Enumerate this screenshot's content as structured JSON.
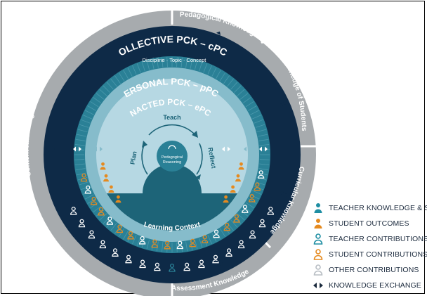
{
  "outer_ring": {
    "pedagogical_knowledge": "Pedagogical Knowledge",
    "knowledge_of_students": "Knowledge of Students",
    "curricular_knowledge": "Curricular Knowledge",
    "assessment_knowledge": "Assessment Knowledge",
    "content_knowledge": "Content Knowledge"
  },
  "collective": {
    "title": "COLLECTIVE PCK – cPCK",
    "subtitle": "Discipline · Topic · Concept"
  },
  "personal": {
    "title": "PERSONAL PCK – pPCK"
  },
  "enacted": {
    "title": "ENACTED PCK – ePCK",
    "teach": "Teach",
    "plan": "Plan",
    "reflect": "Reflect",
    "center_line1": "Pedagogical",
    "center_line2": "Reasoning"
  },
  "learning_context": "Learning Context",
  "legend": {
    "items": [
      {
        "label": "TEACHER KNOWLEDGE & SKILLS",
        "icon": "person-solid",
        "color": "#1e8ea3"
      },
      {
        "label": "STUDENT OUTCOMES",
        "icon": "person-solid",
        "color": "#e58a1f"
      },
      {
        "label": "TEACHER CONTRIBUTIONS",
        "icon": "person-outline",
        "color": "#1e8ea3"
      },
      {
        "label": "STUDENT CONTRIBUTIONS",
        "icon": "person-outline",
        "color": "#e58a1f"
      },
      {
        "label": "OTHER CONTRIBUTIONS",
        "icon": "person-outline",
        "color": "#b8bec4"
      },
      {
        "label": "KNOWLEDGE EXCHANGE",
        "icon": "double-arrow",
        "color": "#1b2a3d"
      }
    ]
  },
  "colors": {
    "outer_gray": "#a7abae",
    "navy": "#0e2a47",
    "teal": "#2a8096",
    "light_teal": "#86bccb",
    "center_blue": "#b6d8e3",
    "dark_teal": "#1d6478",
    "orange": "#e58a1f",
    "white": "#ffffff"
  }
}
